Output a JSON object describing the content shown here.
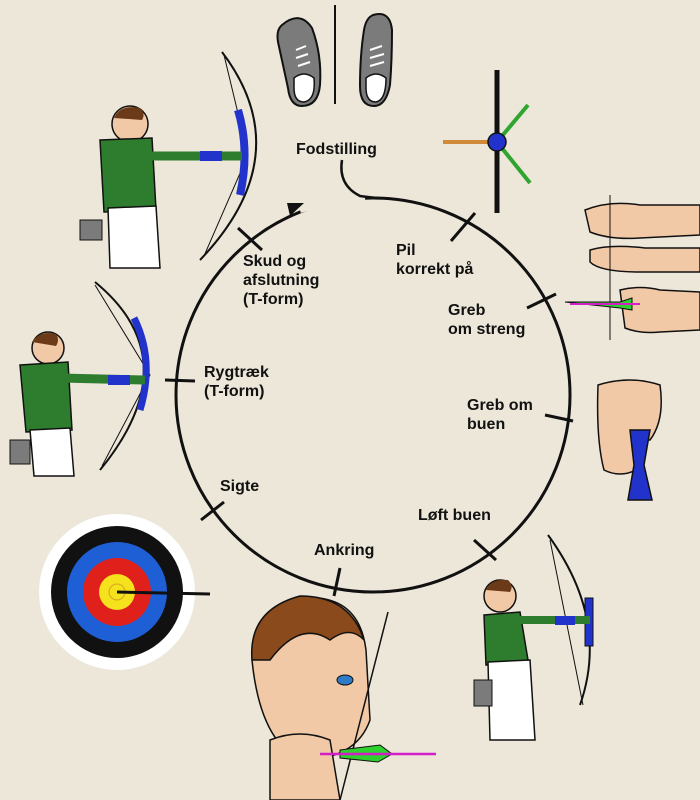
{
  "steps": [
    {
      "id": "fodstilling",
      "label": "Fodstilling"
    },
    {
      "id": "pil",
      "label": "Pil\nkorrekt på"
    },
    {
      "id": "greb-streng",
      "label": "Greb\nom streng"
    },
    {
      "id": "greb-buen",
      "label": "Greb om\nbuen"
    },
    {
      "id": "loeft-buen",
      "label": "Løft buen"
    },
    {
      "id": "ankring",
      "label": "Ankring"
    },
    {
      "id": "sigte",
      "label": "Sigte"
    },
    {
      "id": "rygtraek",
      "label": "Rygtræk\n(T-form)"
    },
    {
      "id": "skud",
      "label": "Skud og\nafslutning\n(T-form)"
    }
  ],
  "colors": {
    "background": "#ece7d9",
    "shirt": "#2e7d2e",
    "bow": "#2233cc",
    "skin": "#f2c9a6",
    "target_yellow": "#f5e21c",
    "target_red": "#e0201b",
    "target_blue": "#1e5fd6",
    "target_black": "#111111",
    "arrow_green": "#2fd12f",
    "arrow_magenta": "#d21fc8"
  }
}
